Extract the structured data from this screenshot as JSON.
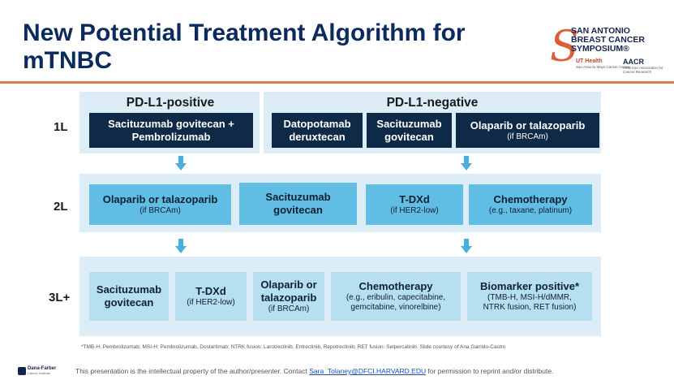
{
  "title": "New Potential Treatment Algorithm for mTNBC",
  "logo": {
    "line1": "SAN ANTONIO",
    "line2": "BREAST CANCER",
    "line3": "SYMPOSIUM®",
    "ut_name": "UT Health",
    "ut_sub": "San Antonio Mays Cancer Center",
    "aacr_name": "AACR",
    "aacr_sub": "American Association for Cancer Research"
  },
  "headers": {
    "positive": "PD-L1-positive",
    "negative": "PD-L1-negative"
  },
  "rows": {
    "first": "1L",
    "second": "2L",
    "third": "3L+"
  },
  "line1": {
    "b1": {
      "title": "Sacituzumab govitecan + Pembrolizumab",
      "sub": ""
    },
    "b2": {
      "title": "Datopotamab deruxtecan",
      "sub": ""
    },
    "b3": {
      "title": "Sacituzumab govitecan",
      "sub": ""
    },
    "b4": {
      "title": "Olaparib or talazoparib",
      "sub": "(if BRCAm)"
    }
  },
  "line2": {
    "b1": {
      "title": "Olaparib or talazoparib",
      "sub": "(if BRCAm)"
    },
    "b2": {
      "title": "Sacituzumab govitecan",
      "sub": ""
    },
    "b3": {
      "title": "T-DXd",
      "sub": "(if HER2-low)"
    },
    "b4": {
      "title": "Chemotherapy",
      "sub": "(e.g., taxane, platinum)"
    }
  },
  "line3": {
    "b1": {
      "title": "Sacituzumab govitecan",
      "sub": ""
    },
    "b2": {
      "title": "T-DXd",
      "sub": "(if HER2-low)"
    },
    "b3": {
      "title": "Olaparib or talazoparib",
      "sub": "(if BRCAm)"
    },
    "b4": {
      "title": "Chemotherapy",
      "sub": "(e.g., eribulin, capecitabine, gemcitabine, vinorelbine)"
    },
    "b5": {
      "title": "Biomarker positive*",
      "sub": "(TMB-H, MSI-H/dMMR, NTRK fusion, RET fusion)"
    }
  },
  "footnote": "*TMB-H: Pembrolizumab; MSI-H: Pembrolizumab, Dostarlimab; NTRK fusion: Larotrectinib, Entrectinib, Repotrectinib; RET fusion: Selpercatinib. Slide courtesy of Ana Garrido-Castro",
  "footer": {
    "logo_name": "Dana-Farber",
    "logo_sub": "Cancer Institute",
    "text_before": "This presentation is the intellectual property of the author/presenter. Contact ",
    "link": "Sara_Tolaney@DFCI.HARVARD.EDU",
    "text_after": " for permission to reprint and/or distribute."
  },
  "colors": {
    "title": "#0b2a5e",
    "accent_rule": "#e07a4a",
    "panel": "#dcedf8",
    "dark_box": "#0e2a47",
    "light_box": "#62bde5",
    "pale_box": "#b7dff2",
    "arrow": "#4aaee0"
  }
}
